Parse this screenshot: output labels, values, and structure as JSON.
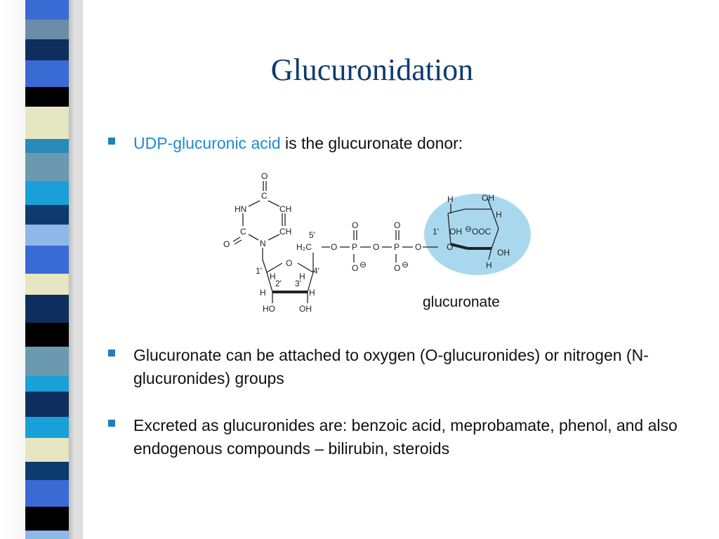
{
  "slide": {
    "title": "Glucuronidation",
    "bullets": [
      {
        "link": "UDP-glucuronic acid",
        "rest": " is the glucuronate donor:"
      },
      {
        "text": "Glucuronate can be attached to oxygen (O-glucuronides) or nitrogen (N-glucuronides) groups"
      },
      {
        "text": "Excreted as glucuronides are: benzoic acid, meprobamate, phenol, and also endogenous compounds – bilirubin, steroids"
      }
    ],
    "figure_caption": "glucuronate"
  },
  "chem": {
    "uracil": {
      "o_top": "O",
      "c_top": "C",
      "hn": "HN",
      "ch_right": "CH",
      "ch_lower": "CH",
      "c_left": "C",
      "o_left": "O",
      "n": "N"
    },
    "ribose": {
      "o": "O",
      "h2c": "H₂C",
      "pos5": "5'",
      "pos1": "1'",
      "pos4": "4'",
      "pos2": "2'",
      "pos3": "3'",
      "h_a": "H",
      "h_b": "H",
      "h_left": "H",
      "h_right": "H",
      "ho": "HO",
      "oh": "OH"
    },
    "phosphates": {
      "o_link1": "O",
      "p1": "P",
      "o_top1": "O",
      "o_minus1": "O",
      "o_link2": "O",
      "p2": "P",
      "o_top2": "O",
      "o_minus2": "O",
      "o_link3": "O"
    },
    "glucuronate": {
      "h_top": "H",
      "oh_top": "OH",
      "h_right": "H",
      "pos1": "1'",
      "oh_mid": "OH",
      "minus": "⊖",
      "ooc": "OOC",
      "o_ring": "O",
      "oh_bottom": "OH",
      "h_bottom": "H"
    },
    "highlight_color": "#a9d8ee",
    "minus_symbol": "⊖"
  },
  "stripes": {
    "colors": [
      "#3a6bd4",
      "#6b8ea8",
      "#0e2f5e",
      "#3a6bd4",
      "#000000",
      "#e6e6c2",
      "#2a8ab8",
      "#6b9ab0",
      "#1aa0d8",
      "#0e3b6e",
      "#8fb8e8",
      "#3a6bd4",
      "#e6e6c2",
      "#0e2f5e",
      "#000000",
      "#6b9ab0",
      "#1aa0d8",
      "#0e2f5e",
      "#1aa0d8",
      "#e6e6c2",
      "#0e3b6e",
      "#3a6bd4",
      "#000000",
      "#8fb8e8",
      "#000000"
    ]
  }
}
